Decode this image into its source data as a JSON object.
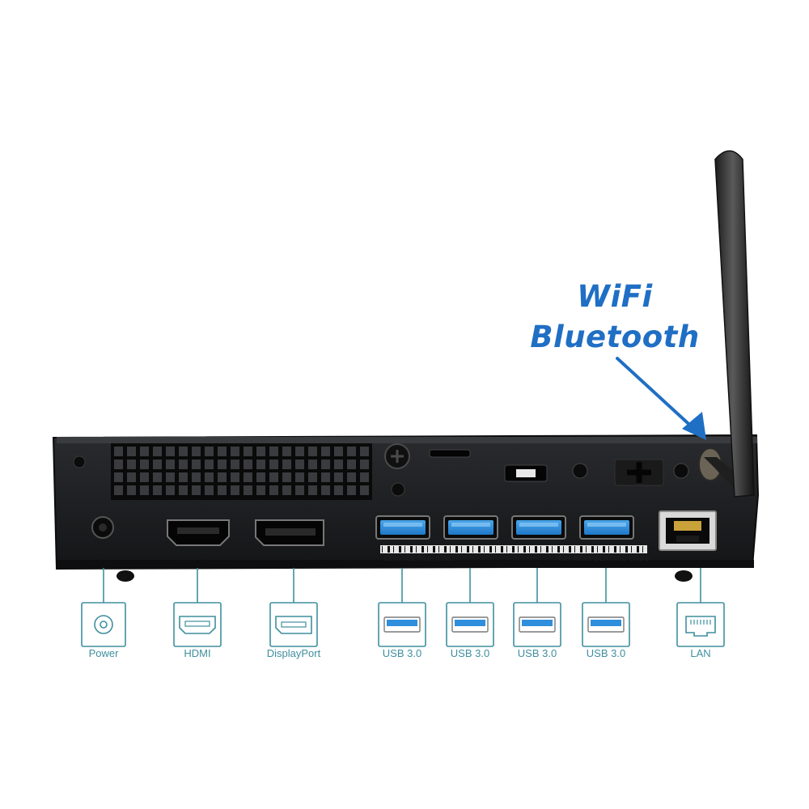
{
  "callout": {
    "line1": "WiFi",
    "line2": "Bluetooth",
    "color": "#1f6fc4"
  },
  "ports": [
    {
      "id": "power",
      "label": "Power",
      "icon": "power-icon"
    },
    {
      "id": "hdmi",
      "label": "HDMI",
      "icon": "hdmi-icon"
    },
    {
      "id": "displayport",
      "label": "DisplayPort",
      "icon": "displayport-icon"
    },
    {
      "id": "usb1",
      "label": "USB 3.0",
      "icon": "usb-icon"
    },
    {
      "id": "usb2",
      "label": "USB 3.0",
      "icon": "usb-icon"
    },
    {
      "id": "usb3",
      "label": "USB 3.0",
      "icon": "usb-icon"
    },
    {
      "id": "usb4",
      "label": "USB 3.0",
      "icon": "usb-icon"
    },
    {
      "id": "lan",
      "label": "LAN",
      "icon": "lan-icon"
    }
  ],
  "chassis": {
    "service_tag": "SERVICE TAG(S/N):",
    "express_code": "EXPRESS SERVICE CODE"
  },
  "colors": {
    "accent_teal": "#3f8f9e",
    "usb_blue": "#2f8fdc",
    "chassis": "#1b1c1e"
  }
}
